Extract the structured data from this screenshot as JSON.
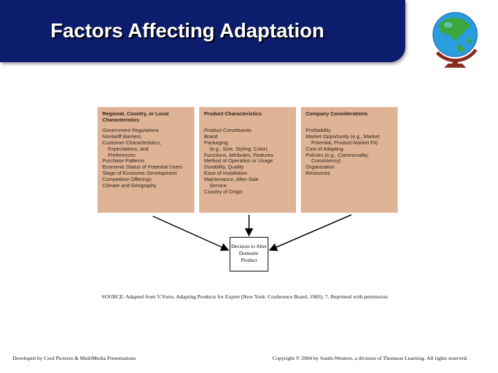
{
  "slide": {
    "title": "Factors Affecting Adaptation"
  },
  "columns": [
    {
      "heading": "Regional, Country, or Local Characteristics",
      "items": [
        {
          "text": "Government Regulations",
          "indent": false
        },
        {
          "text": "Nontariff Barriers",
          "indent": false
        },
        {
          "text": "Customer Characteristics,",
          "indent": false
        },
        {
          "text": "Expectations, and",
          "indent": true
        },
        {
          "text": "Preferences",
          "indent": true
        },
        {
          "text": "Purchase Patterns",
          "indent": false
        },
        {
          "text": "Economic Status of Potential Users",
          "indent": false
        },
        {
          "text": "Stage of Economic Development",
          "indent": false
        },
        {
          "text": "Competitive Offerings",
          "indent": false
        },
        {
          "text": "Climate and Geography",
          "indent": false
        }
      ]
    },
    {
      "heading": "Product Characteristics",
      "items": [
        {
          "text": "Product Constituents",
          "indent": false
        },
        {
          "text": "Brand",
          "indent": false
        },
        {
          "text": "Packaging",
          "indent": false
        },
        {
          "text": "(e.g., Size, Styling, Color)",
          "indent": true
        },
        {
          "text": "Functions, Attributes, Features",
          "indent": false
        },
        {
          "text": "Method of Operation or Usage",
          "indent": false
        },
        {
          "text": "Durability, Quality",
          "indent": false
        },
        {
          "text": "Ease of Installation",
          "indent": false
        },
        {
          "text": "Maintenance, After-Sale",
          "indent": false
        },
        {
          "text": "Service",
          "indent": true
        },
        {
          "text": "Country of Origin",
          "indent": false
        }
      ]
    },
    {
      "heading": "Company Considerations",
      "items": [
        {
          "text": "Profitability",
          "indent": false
        },
        {
          "text": "Market Opportunity (e.g., Market",
          "indent": false
        },
        {
          "text": "Potential, Product-Market Fit)",
          "indent": true
        },
        {
          "text": "Cost of Adapting",
          "indent": false
        },
        {
          "text": "Policies (e.g., Commonality,",
          "indent": false
        },
        {
          "text": "Consistency)",
          "indent": true
        },
        {
          "text": "Organization",
          "indent": false
        },
        {
          "text": "Resources",
          "indent": false
        }
      ]
    }
  ],
  "decision": {
    "line1": "Decision to Alter",
    "line2": "Domestic",
    "line3": "Product"
  },
  "source_note": "SOURCE: Adapted from V.Yorio, Adapting Products for Export (New York: Conference Board, 1983), 7. Reprinted with permission.",
  "footer": {
    "left": "Developed by Cool Pictures & MultiMedia Presentations",
    "right": "Copyright © 2004 by South-Western, a division of Thomson Learning. All rights reserved."
  },
  "colors": {
    "title_bar": "#0d1d6e",
    "column_fill": "#dfb496",
    "globe_ocean": "#2a9ddf",
    "globe_land": "#3aa83c",
    "globe_stand": "#8b2a1e"
  },
  "icons": [
    "globe-icon"
  ]
}
